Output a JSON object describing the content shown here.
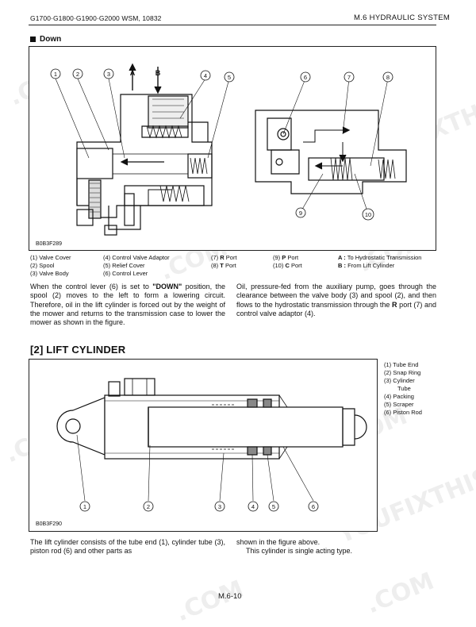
{
  "header": {
    "models": "G1700·G1800·G1900·G2000  WSM, 10832",
    "section": "M.6 HYDRAULIC SYSTEM"
  },
  "down_section": {
    "title": "Down",
    "figure": {
      "code": "B0B3F289",
      "letters": [
        "A",
        "B"
      ],
      "callouts": [
        "1",
        "2",
        "3",
        "4",
        "5",
        "6",
        "7",
        "8",
        "9",
        "10"
      ]
    },
    "legend": [
      {
        "num": "(1)",
        "text": "Valve Cover"
      },
      {
        "num": "(2)",
        "text": "Spool"
      },
      {
        "num": "(3)",
        "text": "Valve Body"
      },
      {
        "num": "(4)",
        "text": "Control Valve Adaptor"
      },
      {
        "num": "(5)",
        "text": "Relief Cover"
      },
      {
        "num": "(6)",
        "text": "Control Lever"
      },
      {
        "num": "(7)",
        "bold": "R",
        "text": " Port"
      },
      {
        "num": "(8)",
        "bold": "T",
        "text": " Port"
      },
      {
        "num": "(9)",
        "bold": "P",
        "text": " Port"
      },
      {
        "num": "(10)",
        "bold": "C",
        "text": " Port"
      },
      {
        "num": "A :",
        "text": "To Hydrostatic Transmission"
      },
      {
        "num": "B :",
        "text": "From Lift Cylinder"
      }
    ],
    "para_left": {
      "p1": "When the control lever (6) is set to ",
      "p1_bold": "\"DOWN\"",
      "p2": " position, the spool (2) moves to the left to form a lowering circuit. Therefore, oil in the lift cylinder is forced out by the weight of the mower and returns to the transmission case to lower the mower as shown in the figure."
    },
    "para_right": {
      "p1": "Oil, pressure-fed from the auxiliary pump, goes through the clearance between the valve body (3) and spool (2), and then flows to the hydrostatic transmission through the ",
      "p1_bold": "R",
      "p2": " port (7) and control valve adaptor (4)."
    }
  },
  "lift_cylinder": {
    "title": "[2] LIFT CYLINDER",
    "figure": {
      "code": "B0B3F290",
      "callouts": [
        "1",
        "2",
        "3",
        "4",
        "5",
        "6"
      ]
    },
    "legend": [
      {
        "num": "(1)",
        "text": "Tube End"
      },
      {
        "num": "(2)",
        "text": "Snap Ring"
      },
      {
        "num": "(3)",
        "text": "Cylinder"
      },
      {
        "num": "",
        "text": "Tube"
      },
      {
        "num": "(4)",
        "text": "Packing"
      },
      {
        "num": "(5)",
        "text": "Scraper"
      },
      {
        "num": "(6)",
        "text": "Piston Rod"
      }
    ],
    "para_left": "The lift cylinder consists of the tube end (1), cylinder tube (3), piston rod (6) and other parts as",
    "para_right_1": "shown in the figure above.",
    "para_right_2": "This cylinder is single acting type."
  },
  "footer": {
    "page": "M.6-10"
  },
  "watermarks": [
    ".COM",
    "YOUFIXTHIS",
    "YOUFIXTHIS.COM",
    ".COM",
    "YOUFIXTHIS",
    ".COM",
    ".COM",
    "YOUFIXTHIS",
    ".COM"
  ]
}
